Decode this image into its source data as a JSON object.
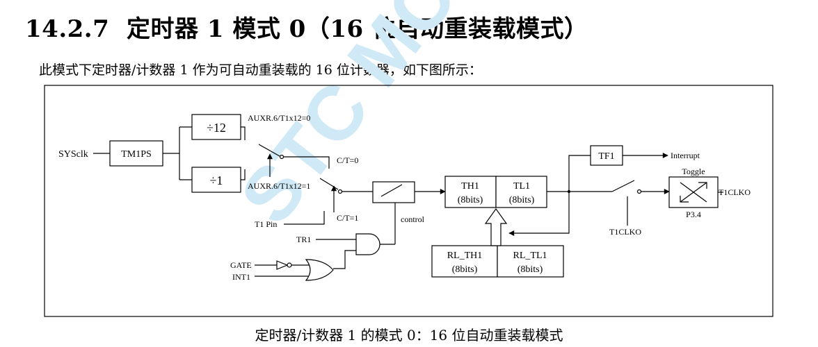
{
  "heading": {
    "number": "14.2.7",
    "title": "定时器 1 模式 0（16 位自动重装载模式）"
  },
  "intro": "此模式下定时器/计数器 1 作为可自动重装载的 16 位计数器，如下图所示：",
  "caption": "定时器/计数器 1 的模式 0：16 位自动重装载模式",
  "watermark": "STC MCU",
  "diagram": {
    "sysclk": "SYSclk",
    "tm1ps": "TM1PS",
    "div12": "÷12",
    "div1": "÷1",
    "auxr_t1x12_0": "AUXR.6/T1x12=0",
    "auxr_t1x12_1": "AUXR.6/T1x12=1",
    "ct0": "C/T=0",
    "ct1": "C/T=1",
    "t1pin": "T1 Pin",
    "control": "control",
    "tr1": "TR1",
    "gate": "GATE",
    "int1": "INT1",
    "th1_name": "TH1",
    "th1_bits": "(8bits)",
    "tl1_name": "TL1",
    "tl1_bits": "(8bits)",
    "rl_th1_name": "RL_TH1",
    "rl_th1_bits": "(8bits)",
    "rl_tl1_name": "RL_TL1",
    "rl_tl1_bits": "(8bits)",
    "tf1": "TF1",
    "interrupt": "Interrupt",
    "toggle": "Toggle",
    "t1clko_out": "T1CLKO",
    "p34": "P3.4",
    "t1clko_ctrl": "T1CLKO"
  }
}
